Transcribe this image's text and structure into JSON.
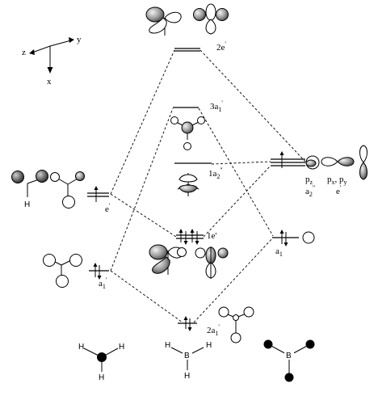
{
  "axes": {
    "z": "z",
    "y": "y",
    "x": "x"
  },
  "levels": {
    "e2_star": {
      "main": "2e",
      "sup": "'"
    },
    "a1_3": {
      "main": "3a",
      "sub": "1",
      "sup": "'"
    },
    "a2_1": {
      "main": "1a",
      "sub": "2",
      "sup": "\""
    },
    "e_1": {
      "main": "1e'"
    },
    "a1_2": {
      "main": "2a",
      "sub": "1",
      "sup": "'"
    }
  },
  "left_fragment": {
    "e_label": {
      "main": "e",
      "sup": "'"
    },
    "a1_label": {
      "main": "a",
      "sub": "1",
      "sup": "'"
    },
    "h_label": "H"
  },
  "right_fragment": {
    "pz": {
      "main": "p",
      "sub": "z"
    },
    "a2": {
      "main": "a",
      "sub": "2",
      "sup": "\""
    },
    "pxpy": {
      "p1": "p",
      "s1": "x",
      "comma": ", ",
      "p2": "p",
      "s2": "y"
    },
    "e_label": {
      "main": "e",
      "sup": "'"
    },
    "a1_label": {
      "main": "a",
      "sub": "1"
    }
  },
  "molecules": {
    "atom_h": "H",
    "atom_b": "B"
  }
}
